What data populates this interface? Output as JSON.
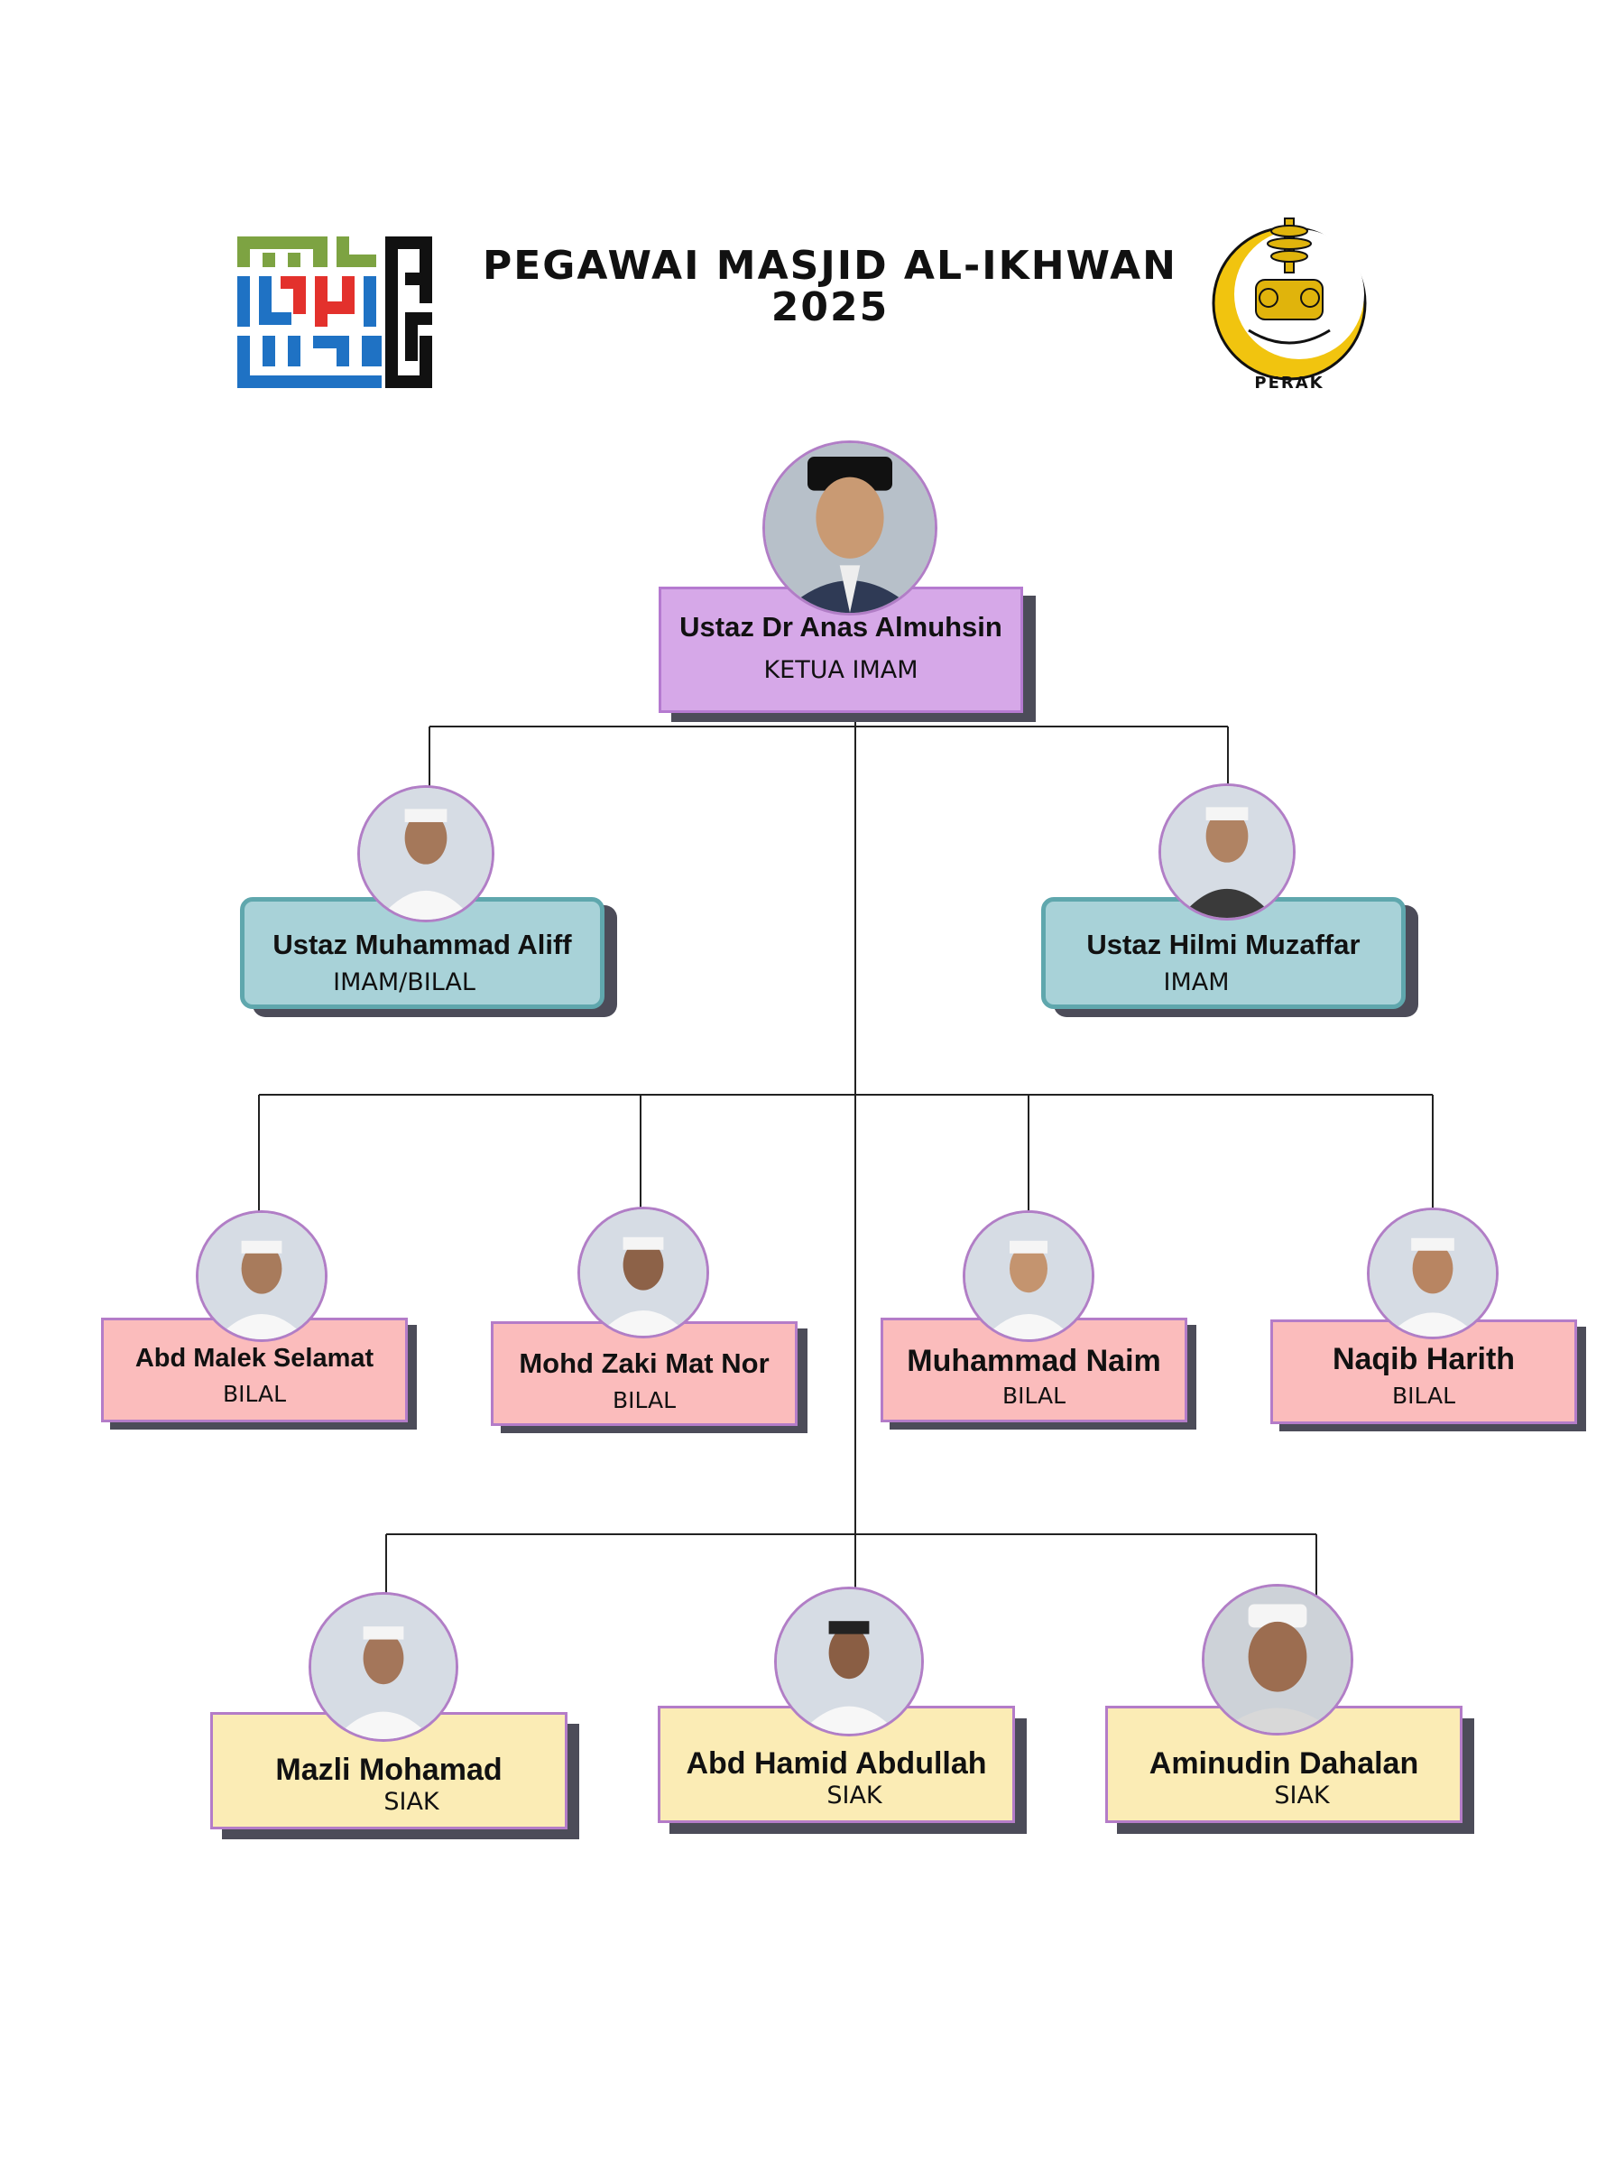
{
  "header": {
    "title_line1": "PEGAWAI MASJID AL-IKHWAN",
    "title_line2": "2025",
    "left_logo": "kufic-logo-al-ikhwan",
    "right_logo": "perak-state-crest",
    "right_logo_text": "PERAK"
  },
  "colors": {
    "head": "#d6a8e8",
    "imam": "#a8d2d8",
    "bilal": "#fbbcbc",
    "siak": "#fbecb5",
    "connector": "#222222"
  },
  "head": {
    "name": "Ustaz Dr Anas Almuhsin",
    "role": "KETUA IMAM"
  },
  "imams": [
    {
      "name": "Ustaz Muhammad Aliff",
      "role": "IMAM/BILAL"
    },
    {
      "name": "Ustaz Hilmi Muzaffar",
      "role": "IMAM"
    }
  ],
  "bilals": [
    {
      "name": "Abd Malek Selamat",
      "role": "BILAL"
    },
    {
      "name": "Mohd Zaki Mat Nor",
      "role": "BILAL"
    },
    {
      "name": "Muhammad Naim",
      "role": "BILAL"
    },
    {
      "name": "Naqib Harith",
      "role": "BILAL"
    }
  ],
  "siaks": [
    {
      "name": "Mazli Mohamad",
      "role": "SIAK"
    },
    {
      "name": "Abd Hamid Abdullah",
      "role": "SIAK"
    },
    {
      "name": "Aminudin Dahalan",
      "role": "SIAK"
    }
  ]
}
